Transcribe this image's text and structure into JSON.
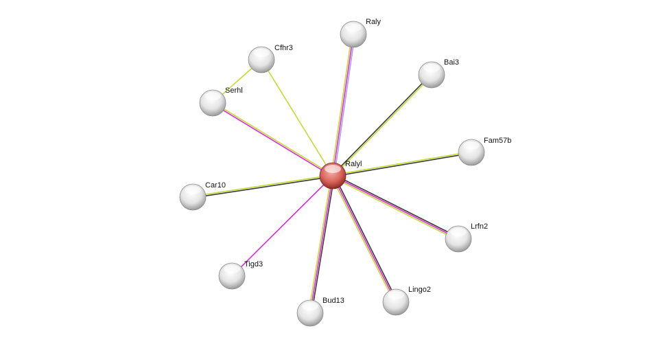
{
  "network": {
    "center": "Ralyl",
    "nodes": [
      {
        "id": "Ralyl",
        "label": "Ralyl",
        "query": true
      },
      {
        "id": "Raly",
        "label": "Raly"
      },
      {
        "id": "Cfhr3",
        "label": "Cfhr3"
      },
      {
        "id": "Serhl",
        "label": "Serhl"
      },
      {
        "id": "Bai3",
        "label": "Bai3"
      },
      {
        "id": "Fam57b",
        "label": "Fam57b"
      },
      {
        "id": "Car10",
        "label": "Car10"
      },
      {
        "id": "Lrfn2",
        "label": "Lrfn2"
      },
      {
        "id": "Tigd3",
        "label": "Tigd3"
      },
      {
        "id": "Bud13",
        "label": "Bud13"
      },
      {
        "id": "Lingo2",
        "label": "Lingo2"
      }
    ],
    "edges": [
      {
        "from": "Cfhr3",
        "to": "Serhl",
        "types": [
          "textmining"
        ]
      },
      {
        "from": "Ralyl",
        "to": "Raly",
        "types": [
          "textmining",
          "experiments",
          "homology"
        ]
      },
      {
        "from": "Ralyl",
        "to": "Cfhr3",
        "types": [
          "textmining"
        ]
      },
      {
        "from": "Ralyl",
        "to": "Serhl",
        "types": [
          "experiments",
          "textmining"
        ]
      },
      {
        "from": "Ralyl",
        "to": "Bai3",
        "types": [
          "coexpression",
          "textmining"
        ]
      },
      {
        "from": "Ralyl",
        "to": "Fam57b",
        "types": [
          "textmining",
          "coexpression"
        ]
      },
      {
        "from": "Ralyl",
        "to": "Car10",
        "types": [
          "coexpression",
          "textmining"
        ]
      },
      {
        "from": "Ralyl",
        "to": "Lrfn2",
        "types": [
          "coexpression",
          "experiments",
          "textmining"
        ]
      },
      {
        "from": "Ralyl",
        "to": "Tigd3",
        "types": [
          "experiments"
        ]
      },
      {
        "from": "Ralyl",
        "to": "Bud13",
        "types": [
          "coexpression",
          "experiments",
          "textmining"
        ]
      },
      {
        "from": "Ralyl",
        "to": "Lingo2",
        "types": [
          "coexpression",
          "experiments",
          "textmining"
        ]
      }
    ],
    "edge_colors": {
      "textmining": "#c6d92e",
      "experiments": "#d92ad9",
      "homology": "#9f9ff5",
      "coexpression": "#3a3a3a"
    },
    "node_colors": {
      "query": "#d8504a",
      "other": "#e8e8e8"
    }
  }
}
